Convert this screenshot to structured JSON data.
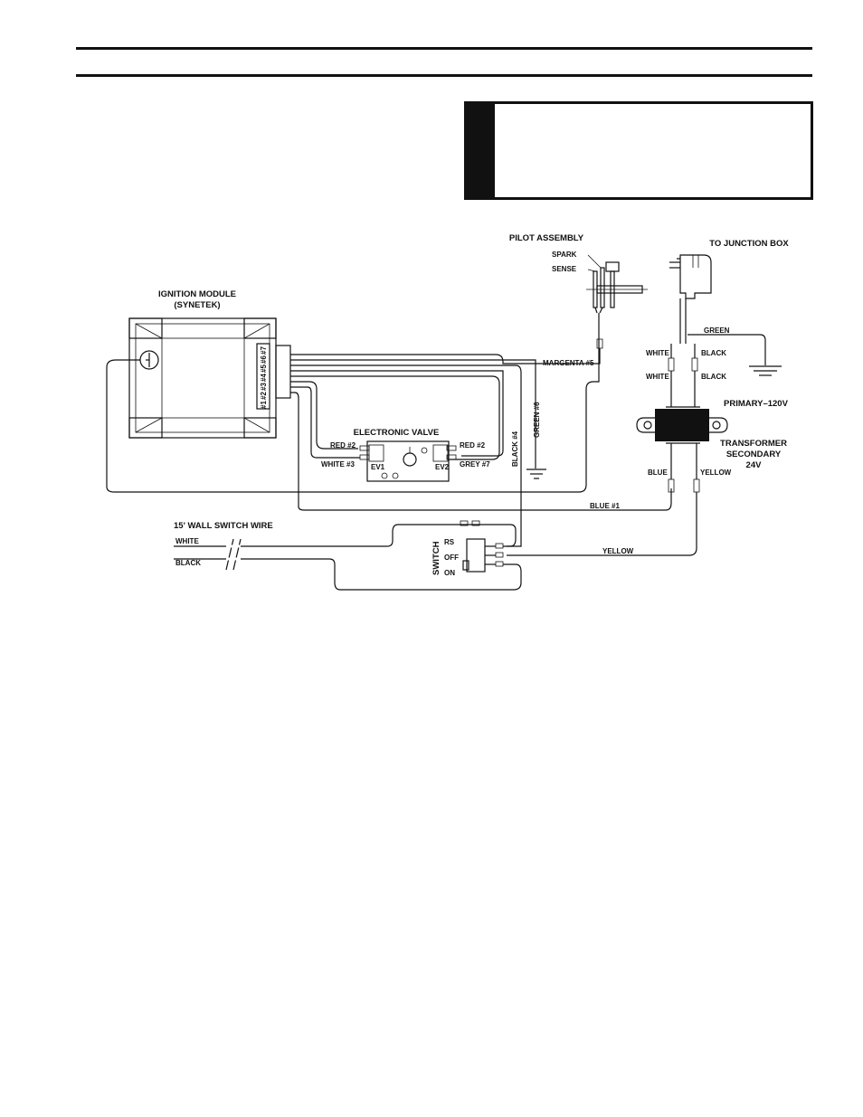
{
  "diagram": {
    "title_ignition_module": "IGNITION MODULE",
    "subtitle_ignition_module": "(SYNETEK)",
    "pilot_assembly": "PILOT ASSEMBLY",
    "spark": "SPARK",
    "sense": "SENSE",
    "to_junction_box": "TO JUNCTION BOX",
    "green": "GREEN",
    "white_1": "WHITE",
    "black_1": "BLACK",
    "white_2": "WHITE",
    "black_2": "BLACK",
    "primary": "PRIMARY–120V",
    "transformer": "TRANSFORMER",
    "secondary": "SECONDARY",
    "secondary_voltage": "24V",
    "blue": "BLUE",
    "yellow": "YELLOW",
    "blue_1": "BLUE #1",
    "yellow_wire": "YELLOW",
    "margenta_5": "MARGENTA #5",
    "green_6": "GREEN #6",
    "black_4": "BLACK #4",
    "electronic_valve": "ELECTRONIC VALVE",
    "red_2_left": "RED #2",
    "white_3": "WHITE #3",
    "red_2_right": "RED #2",
    "grey_7": "GREY #7",
    "ev1": "EV1",
    "ev2": "EV2",
    "wall_switch_wire": "15' WALL SWITCH WIRE",
    "wall_white": "WHITE",
    "wall_black": "BLACK",
    "switch": "SWITCH",
    "rs": "RS",
    "off": "OFF",
    "on": "ON",
    "pin_labels": [
      "#1",
      "#2",
      "#3",
      "#4",
      "#5",
      "#6",
      "#7"
    ]
  }
}
